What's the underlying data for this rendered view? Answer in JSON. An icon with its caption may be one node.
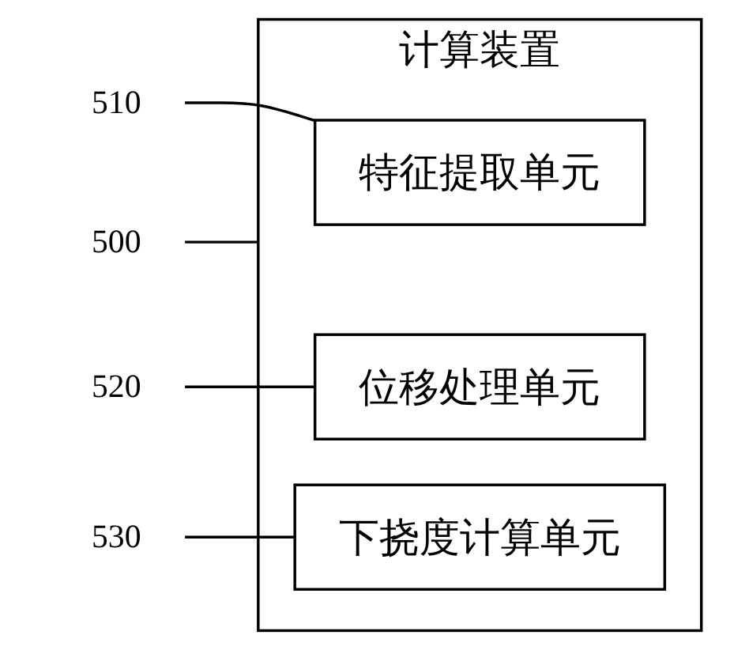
{
  "diagram": {
    "nodes": [
      {
        "text": [
          "计算装置"
        ]
      },
      {
        "text": [
          "特征提取单元"
        ],
        "in": 0
      },
      {
        "text": [
          "位移处理单元"
        ],
        "in": 0
      },
      {
        "text": [
          "下挠度计算单元"
        ],
        "in": 0
      },
      {
        "text": [
          "500"
        ]
      },
      {
        "text": [
          "510"
        ]
      },
      {
        "text": [
          "520"
        ]
      },
      {
        "text": [
          "530"
        ]
      }
    ],
    "edges": [
      {
        "from": 4,
        "to": 0,
        "arrow": "none"
      },
      {
        "from": 5,
        "to": 1,
        "arrow": "none"
      },
      {
        "from": 6,
        "to": 2,
        "arrow": "none"
      },
      {
        "from": 7,
        "to": 3,
        "arrow": "none"
      }
    ]
  }
}
